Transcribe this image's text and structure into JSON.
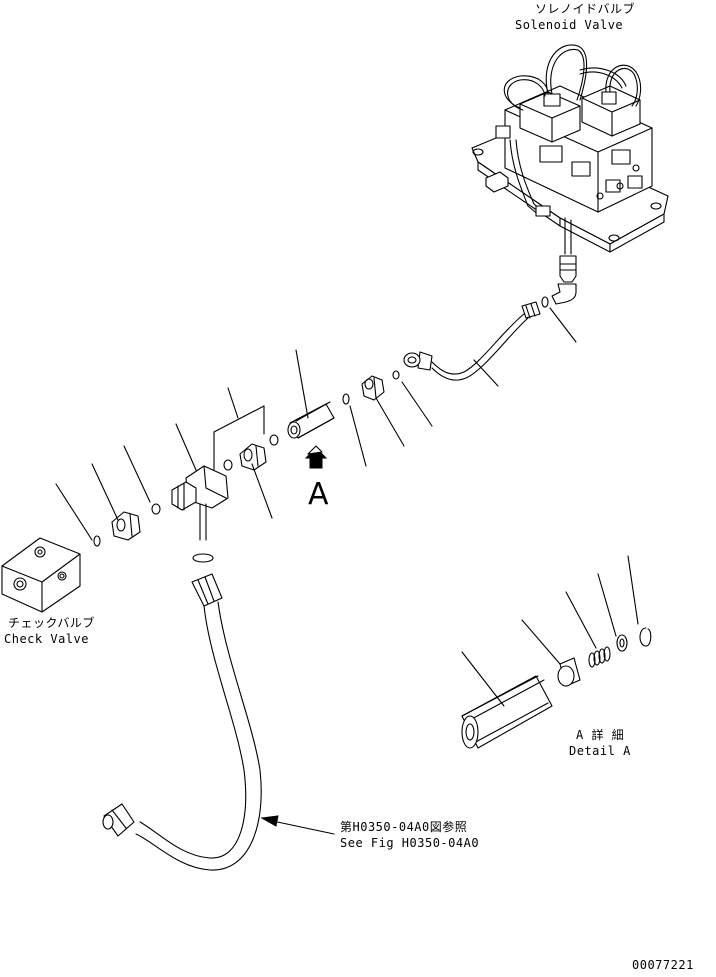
{
  "labels": {
    "solenoid_jp": "ソレノイドバルブ",
    "solenoid_en": "Solenoid Valve",
    "check_jp": "チェックバルブ",
    "check_en": "Check Valve",
    "detail_jp": "A 詳 細",
    "detail_en": "Detail A",
    "ref_jp": "第H0350-04A0図参照",
    "ref_en": "See Fig H0350-04A0",
    "view_arrow": "A",
    "drawing_number": "00077221"
  },
  "colors": {
    "line": "#000000",
    "background": "#ffffff"
  }
}
